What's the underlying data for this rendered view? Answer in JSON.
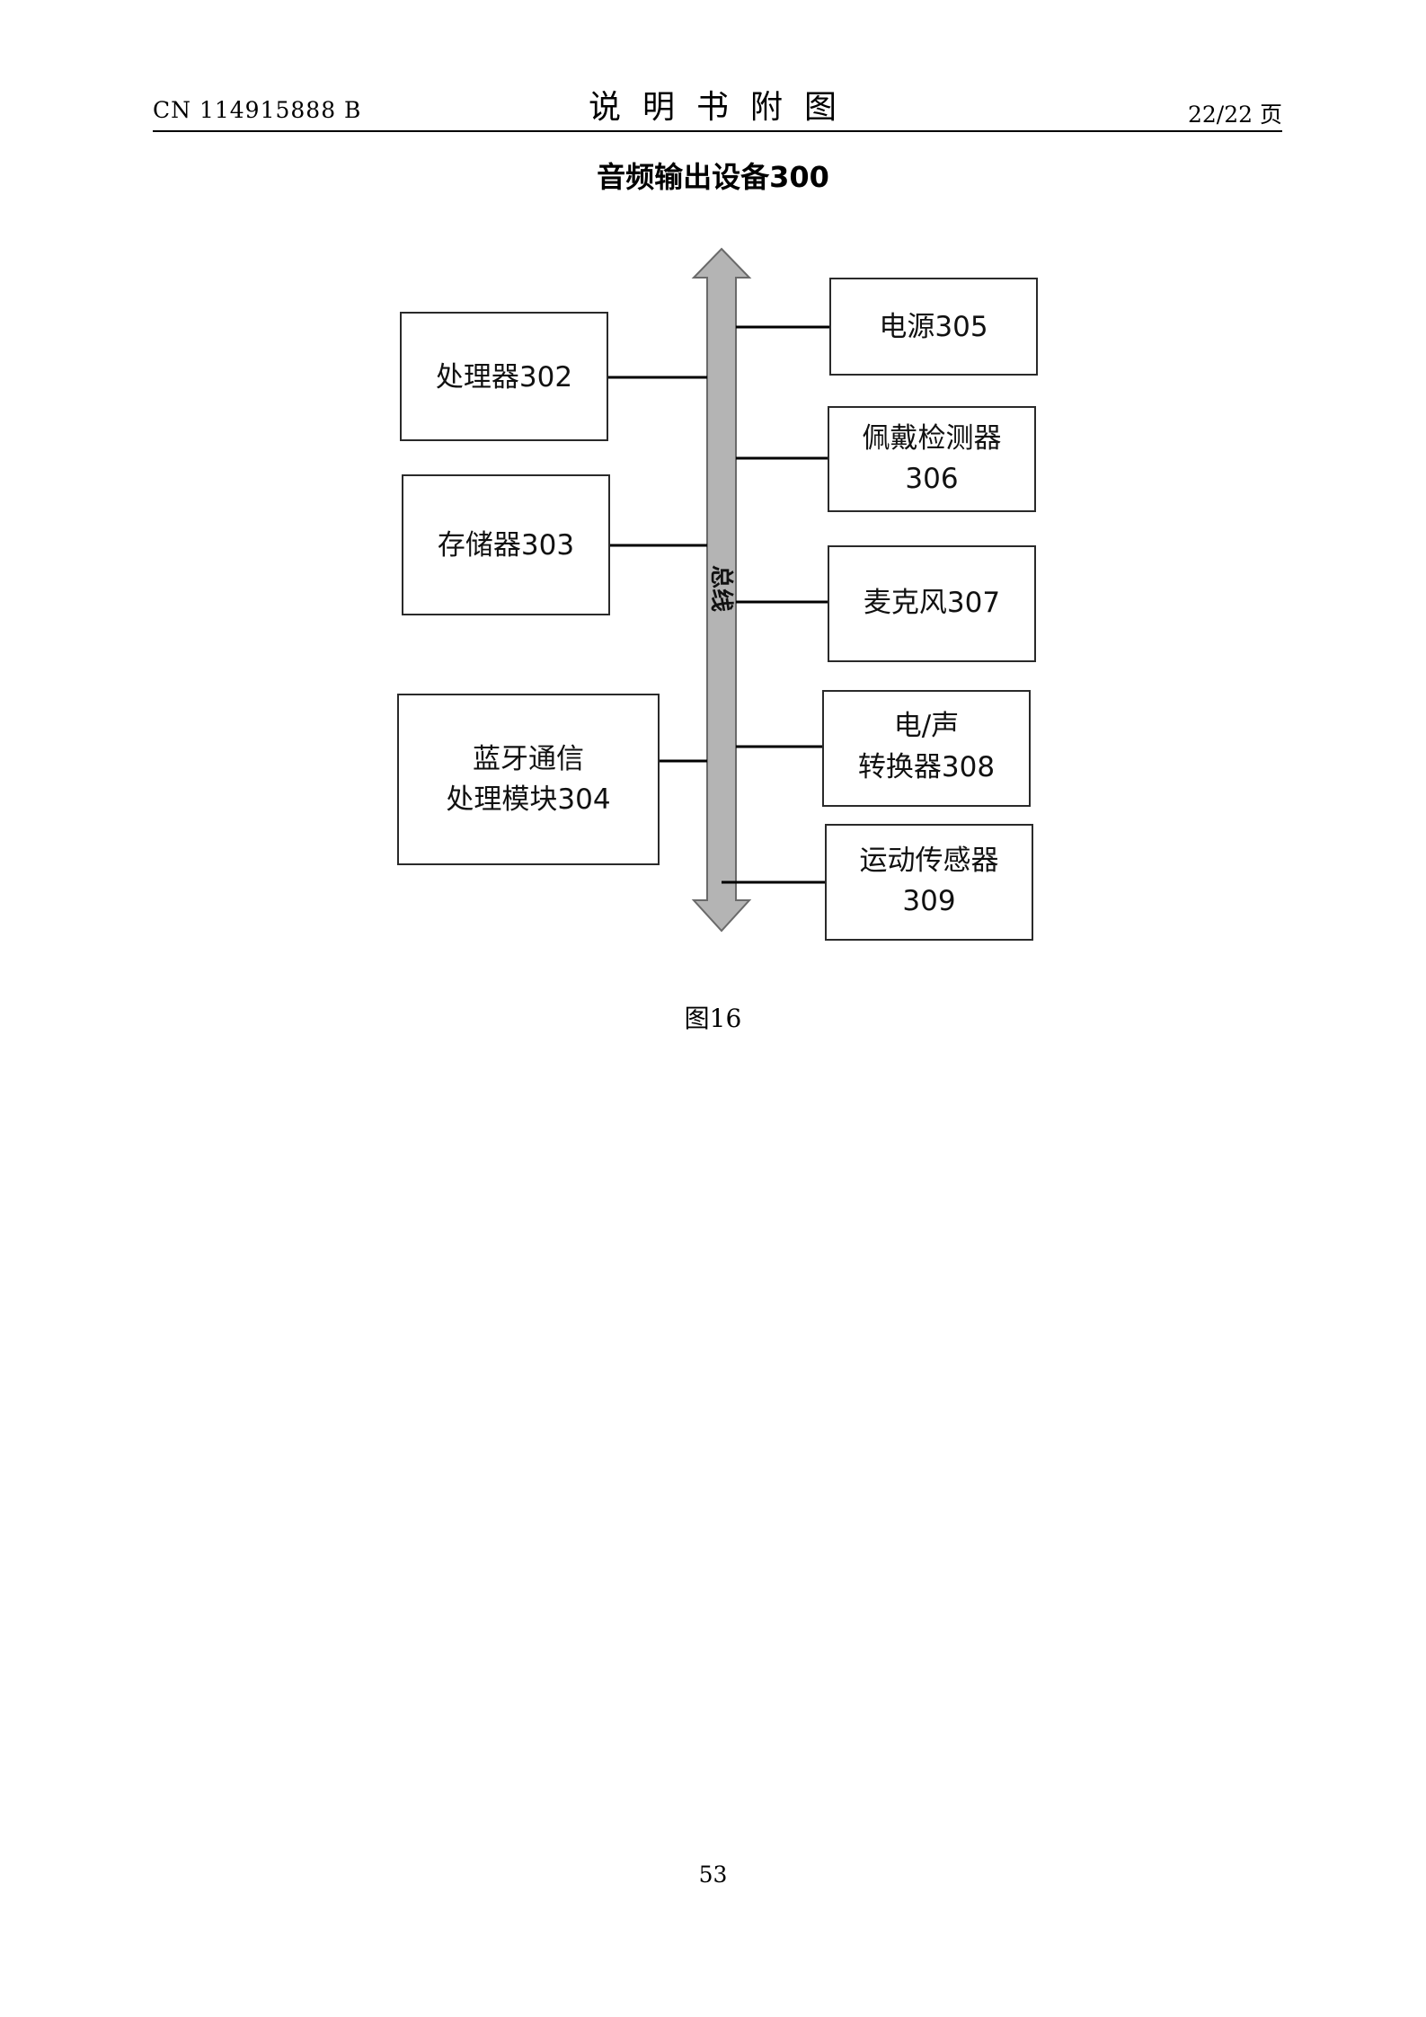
{
  "header": {
    "patent_number": "CN 114915888 B",
    "section_title": "说明书附图",
    "page_indicator": "22/22 页"
  },
  "figure": {
    "title": "音频输出设备300",
    "bus_label": "总线",
    "left_blocks": [
      {
        "id": "processor",
        "lines": [
          "处理器302"
        ]
      },
      {
        "id": "memory",
        "lines": [
          "存储器303"
        ]
      },
      {
        "id": "bluetooth",
        "lines": [
          "蓝牙通信",
          "处理模块304"
        ]
      }
    ],
    "right_blocks": [
      {
        "id": "power",
        "lines": [
          "电源305"
        ]
      },
      {
        "id": "wear-detector",
        "lines": [
          "佩戴检测器",
          "306"
        ]
      },
      {
        "id": "microphone",
        "lines": [
          "麦克风307"
        ]
      },
      {
        "id": "converter",
        "lines": [
          "电/声",
          "转换器308"
        ]
      },
      {
        "id": "motion-sensor",
        "lines": [
          "运动传感器",
          "309"
        ]
      }
    ],
    "caption": "图16"
  },
  "footer": {
    "page_number": "53"
  }
}
